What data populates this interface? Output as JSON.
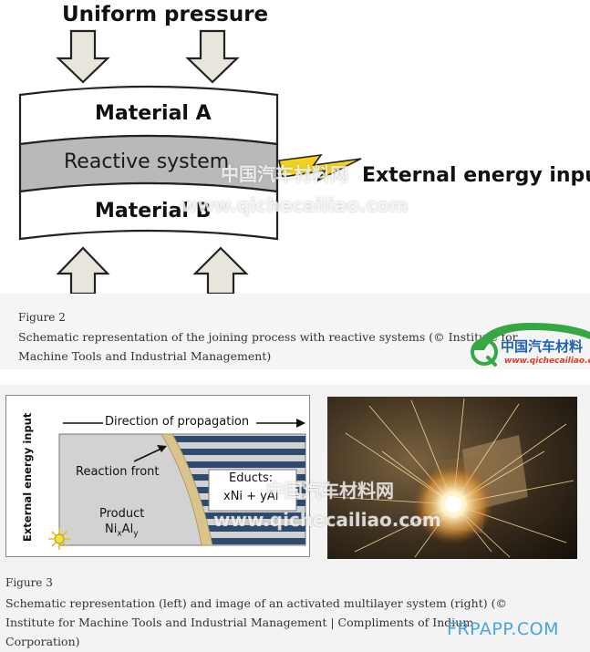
{
  "figure2": {
    "labels": {
      "top": "Uniform pressure",
      "layer_a": "Material A",
      "layer_reactive": "Reactive system",
      "layer_b": "Material B",
      "energy": "External energy input"
    },
    "caption_title": "Figure 2",
    "caption_line1": "Schematic representation of the joining process with reactive systems (© Institute for",
    "caption_line2": "Machine Tools and Industrial Management)"
  },
  "figure3": {
    "labels": {
      "direction": "Direction of propagation",
      "energy_vertical": "External energy input",
      "reaction_front": "Reaction front",
      "product": "Product",
      "product_formula_ni": "Ni",
      "product_formula_x": "x",
      "product_formula_al": "Al",
      "product_formula_y": "y",
      "educts": "Educts:",
      "educts_formula": "xNi + yAl"
    },
    "caption_title": "Figure 3",
    "caption_line1": "Schematic representation (left) and image of an activated multilayer system (right) (©",
    "caption_line2": "Institute for Machine Tools and Industrial Management | Compliments of Indium",
    "caption_line3": "Corporation)"
  },
  "watermarks": {
    "cn": "中国汽车材料网",
    "url": "www.qichecailiao.com",
    "logo_cn": "中国汽车材料",
    "logo_url": "www.qichecailiao.com",
    "frp": "FRPAPP.COM"
  },
  "colors": {
    "arrow_fill": "#e8e6dc",
    "reactive_gray": "#b9b9b9",
    "energy_yellow": "#f2d21c",
    "stripe_blue": "#2e4a6e",
    "front_tan": "#d9c48c",
    "logo_green": "#35a845",
    "logo_blue": "#1e62b3",
    "frp_blue": "#4aa4df"
  }
}
